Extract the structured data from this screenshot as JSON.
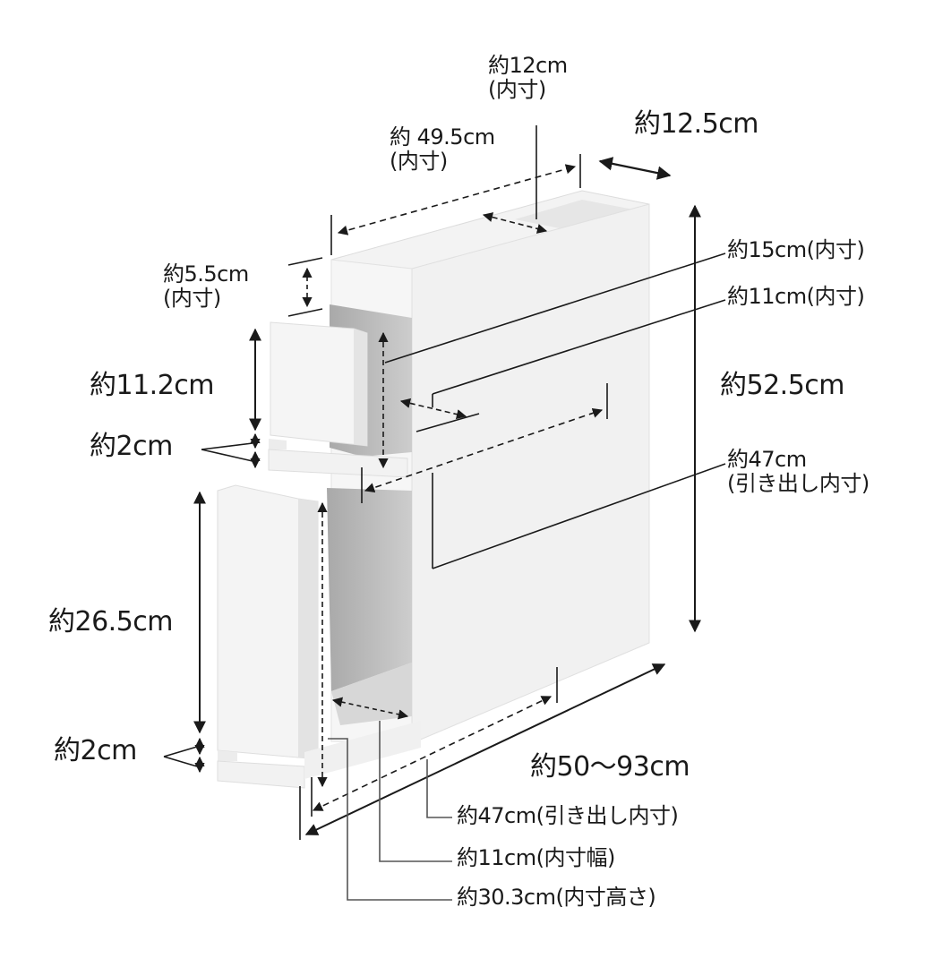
{
  "diagram": {
    "title": "Slim drawer storage wagon dimension diagram",
    "colors": {
      "background": "#ffffff",
      "body_face": "#f4f4f4",
      "body_side": "#ebebeb",
      "inner_shadow": "#b9b9b9",
      "inner_light": "#d4d4d4",
      "line": "#1a1a1a"
    },
    "labels": {
      "top_inner_width": {
        "value": "約12cm",
        "note": "(内寸)"
      },
      "top_inner_depth": {
        "value": "約 49.5cm",
        "note": "(内寸)"
      },
      "overall_width": {
        "value": "約12.5cm"
      },
      "upper_drawer_inner_height": {
        "value": "約15cm(内寸)"
      },
      "upper_drawer_inner_width": {
        "value": "約11cm(内寸)"
      },
      "overall_height": {
        "value": "約52.5cm"
      },
      "upper_drawer_inner_depth": {
        "value": "約47cm",
        "note": "(引き出し内寸)"
      },
      "top_tray_inner_height": {
        "value": "約5.5cm",
        "note": "(内寸)"
      },
      "upper_front_height": {
        "value": "約11.2cm"
      },
      "upper_base_height": {
        "value": "約2cm"
      },
      "lower_front_height": {
        "value": "約26.5cm"
      },
      "lower_base_height": {
        "value": "約2cm"
      },
      "depth_range": {
        "value": "約50〜93cm"
      },
      "lower_drawer_inner_depth": {
        "value": "約47cm(引き出し内寸)"
      },
      "lower_drawer_inner_width": {
        "value": "約11cm(内寸幅)"
      },
      "lower_drawer_inner_height": {
        "value": "約30.3cm(内寸高さ)"
      }
    }
  }
}
